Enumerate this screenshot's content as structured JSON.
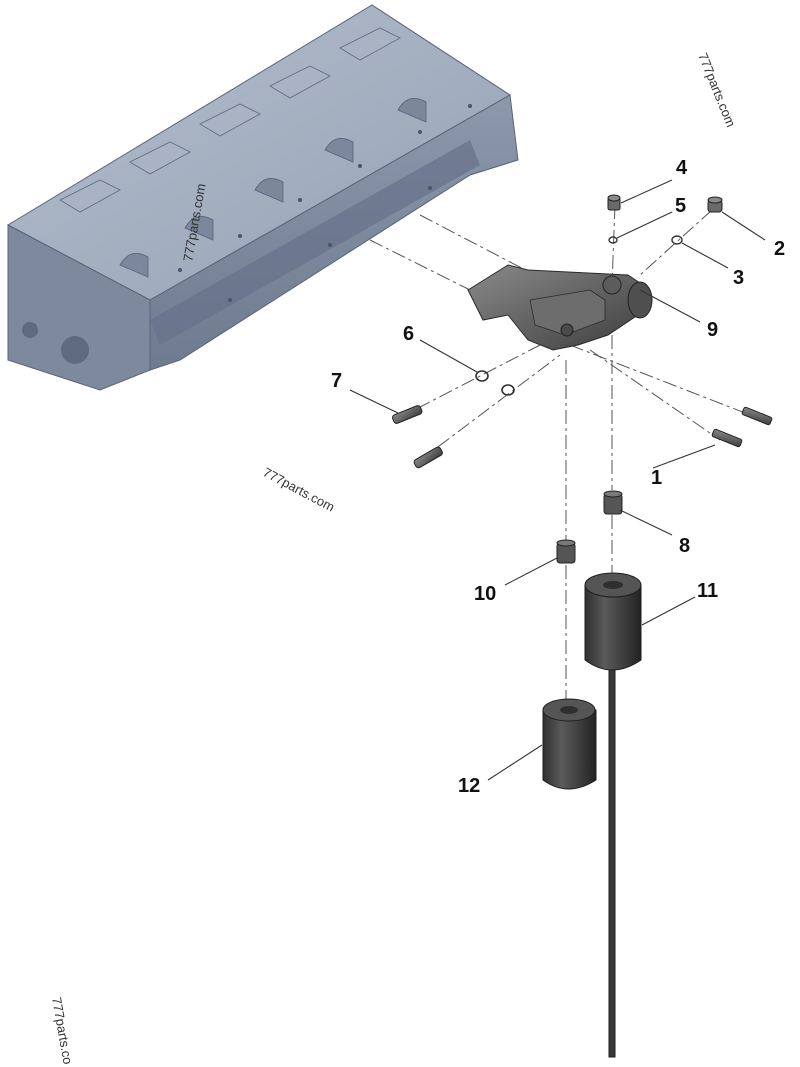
{
  "watermarks": [
    "777parts.com",
    "777parts.com",
    "777parts.com",
    "777parts.co"
  ],
  "callouts": [
    "1",
    "2",
    "3",
    "4",
    "5",
    "6",
    "7",
    "8",
    "9",
    "10",
    "11",
    "12"
  ],
  "colors": {
    "engine_block": "#9aa6b8",
    "engine_dark": "#6f7c90",
    "part_metal": "#5b5b5b",
    "filter_dark": "#3b3b3b"
  }
}
